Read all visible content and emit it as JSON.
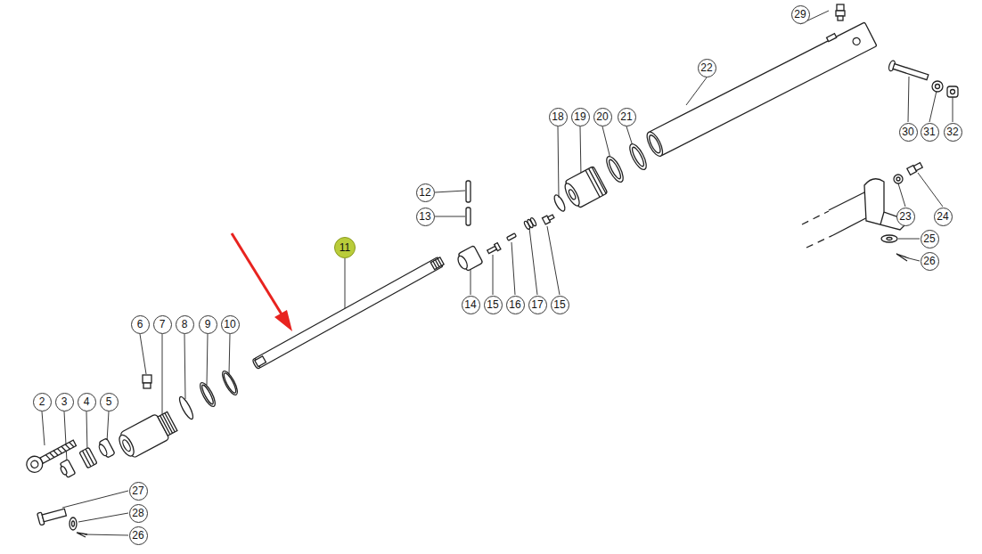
{
  "diagram": {
    "labels": [
      "29",
      "22",
      "18",
      "19",
      "20",
      "21",
      "30",
      "31",
      "32",
      "12",
      "13",
      "23",
      "24",
      "11",
      "25",
      "14",
      "15",
      "16",
      "17",
      "15",
      "26",
      "6",
      "7",
      "8",
      "9",
      "10",
      "2",
      "3",
      "4",
      "5",
      "27",
      "28",
      "26"
    ]
  }
}
